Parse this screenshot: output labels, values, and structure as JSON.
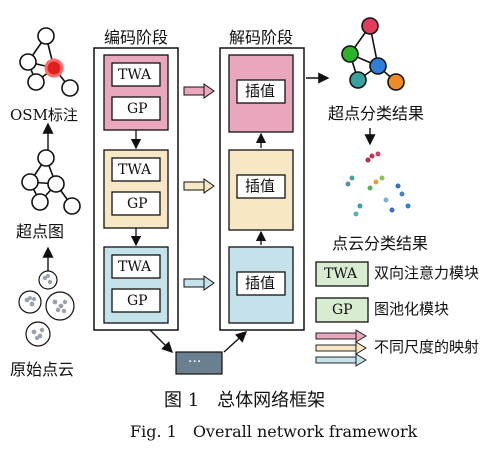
{
  "labels": {
    "osm": "OSM标注",
    "superpoint": "超点图",
    "raw": "原始点云",
    "encoder": "编码阶段",
    "decoder": "解码阶段",
    "twa": "TWA",
    "gp": "GP",
    "interp": "插值",
    "ellipsis": "···",
    "sp_result": "超点分类结果",
    "pt_result": "点云分类结果"
  },
  "legend": {
    "twa_key": "TWA",
    "twa_desc": "双向注意力模块",
    "gp_key": "GP",
    "gp_desc": "图池化模块",
    "arrows_desc": "不同尺度的映射"
  },
  "caption": {
    "zh": "图 1　总体网络框架",
    "en": "Fig. 1　Overall network framework"
  },
  "colors": {
    "pink": "#e8a7bd",
    "yellow": "#f7e7c4",
    "cyan": "#c5e2ea",
    "green": "#d7ecd0",
    "node_red": "#e02020",
    "box_gray": "#6a7f90"
  }
}
